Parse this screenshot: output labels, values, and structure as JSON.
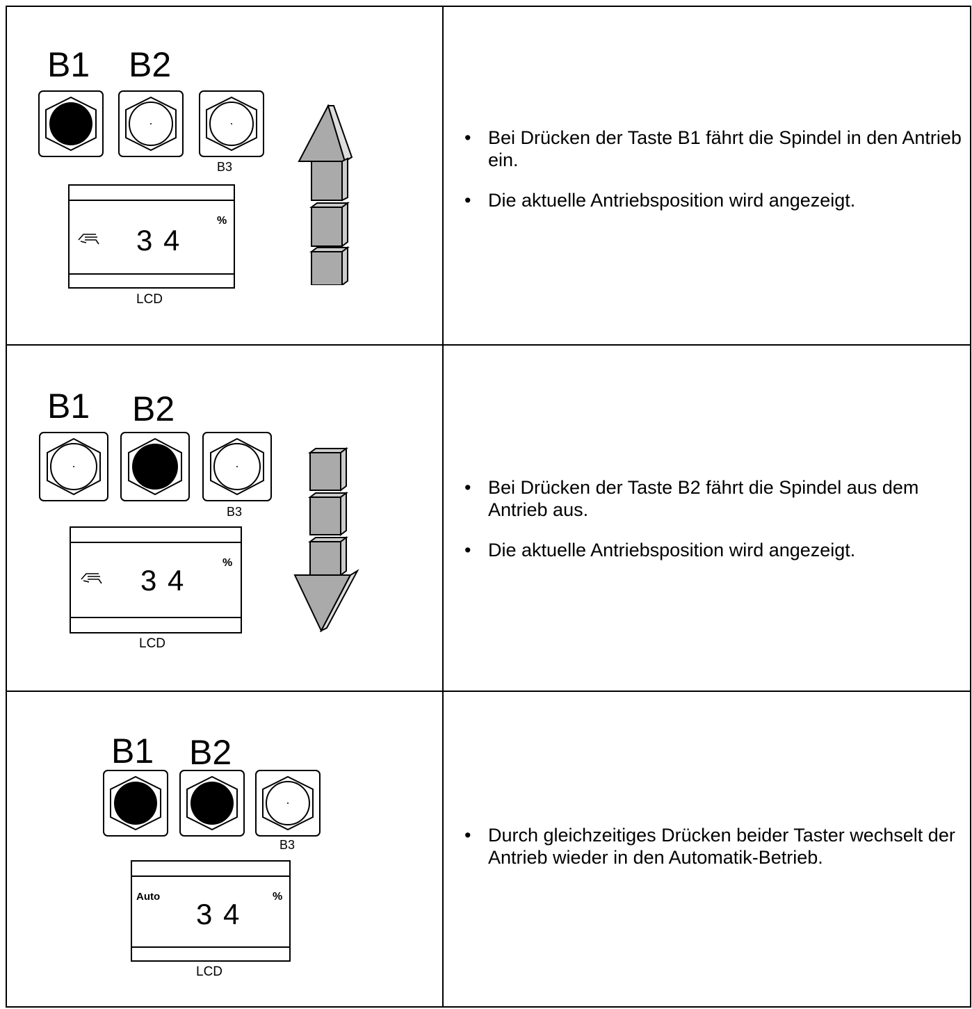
{
  "rows": [
    {
      "buttons": {
        "b1": "B1",
        "b2": "B2",
        "b3": "B3"
      },
      "pressed": [
        "B1"
      ],
      "display": {
        "value": "3 4",
        "unit": "%",
        "mode_icon": "hand-icon"
      },
      "display_label": "LCD",
      "direction_icon": "arrow-up-icon",
      "bullets": [
        "Bei Drücken der Taste B1 fährt die Spindel in den Antrieb ein.",
        "Die aktuelle Antriebsposition wird angezeigt."
      ]
    },
    {
      "buttons": {
        "b1": "B1",
        "b2": "B2",
        "b3": "B3"
      },
      "pressed": [
        "B2"
      ],
      "display": {
        "value": "3 4",
        "unit": "%",
        "mode_icon": "hand-icon"
      },
      "display_label": "LCD",
      "direction_icon": "arrow-down-icon",
      "bullets": [
        "Bei Drücken der Taste B2 fährt die Spindel aus dem Antrieb aus.",
        "Die aktuelle Antriebsposition wird angezeigt."
      ]
    },
    {
      "buttons": {
        "b1": "B1",
        "b2": "B2",
        "b3": "B3"
      },
      "pressed": [
        "B1",
        "B2"
      ],
      "display": {
        "value": "3 4",
        "unit": "%",
        "mode_text": "Auto"
      },
      "display_label": "LCD",
      "bullets": [
        "Durch gleichzeitiges Drücken beider Taster wechselt der Antrieb wieder in den Automatik-Betrieb."
      ]
    }
  ]
}
